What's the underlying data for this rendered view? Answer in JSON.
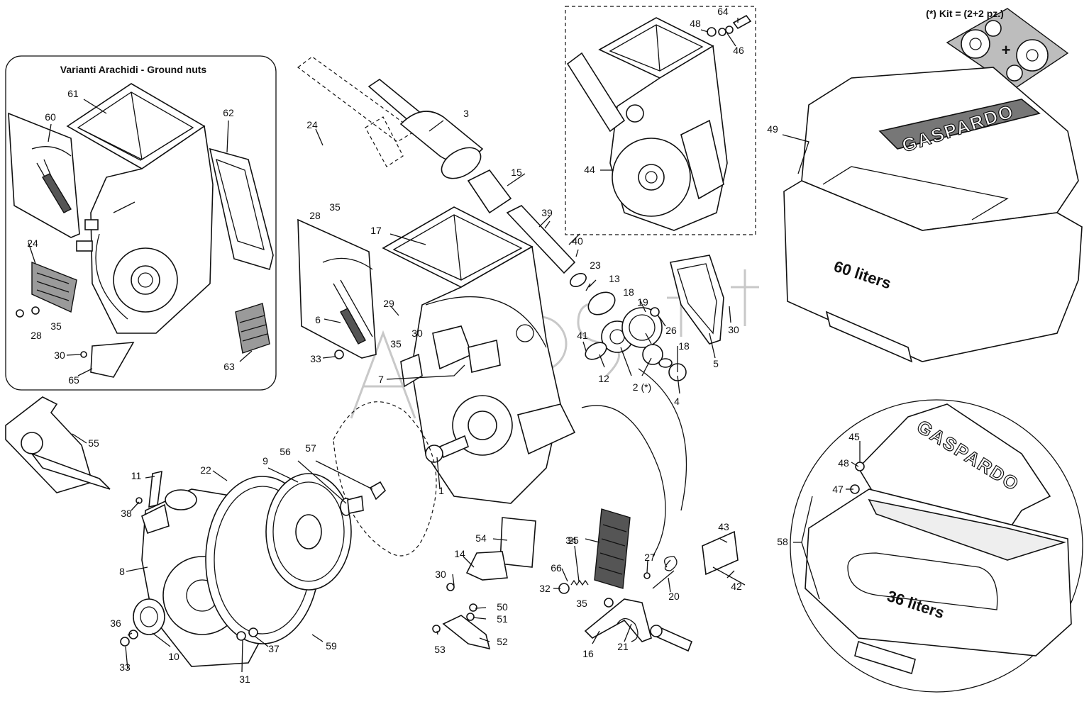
{
  "insets": {
    "ground_nuts_title": "Varianti Arachidi - Ground nuts",
    "kit_note": "(*) Kit = (2+2 pz.)"
  },
  "hoppers": {
    "large_capacity": "60 liters",
    "small_capacity": "36 liters",
    "brand": "GASPARDO"
  },
  "callouts": {
    "c1": "1",
    "c2": "2 (*)",
    "c3": "3",
    "c4": "4",
    "c5": "5",
    "c6": "6",
    "c7": "7",
    "c8": "8",
    "c9": "9",
    "c10": "10",
    "c11": "11",
    "c12": "12",
    "c13": "13",
    "c14": "14",
    "c15": "15",
    "c16": "16",
    "c17": "17",
    "c18a": "18",
    "c18b": "18",
    "c19": "19",
    "c20": "20",
    "c21": "21",
    "c22": "22",
    "c23": "23",
    "c24a": "24",
    "c24b": "24",
    "c25": "25",
    "c26": "26",
    "c27": "27",
    "c28a": "28",
    "c28b": "28",
    "c29": "29",
    "c30a": "30",
    "c30b": "30",
    "c30c": "30",
    "c30d": "30",
    "c31": "31",
    "c32": "32",
    "c33a": "33",
    "c33b": "33",
    "c34": "34",
    "c35a": "35",
    "c35b": "35",
    "c35c": "35",
    "c35d": "35",
    "c36": "36",
    "c37": "37",
    "c38": "38",
    "c39": "39",
    "c40": "40",
    "c41": "41",
    "c42": "42",
    "c43": "43",
    "c44": "44",
    "c45": "45",
    "c46": "46",
    "c47": "47",
    "c48a": "48",
    "c48b": "48",
    "c49": "49",
    "c50": "50",
    "c51": "51",
    "c52": "52",
    "c53": "53",
    "c54": "54",
    "c55": "55",
    "c56": "56",
    "c57": "57",
    "c58": "58",
    "c59": "59",
    "c60": "60",
    "c61": "61",
    "c62": "62",
    "c63": "63",
    "c64": "64",
    "c65": "65",
    "c66": "66"
  }
}
